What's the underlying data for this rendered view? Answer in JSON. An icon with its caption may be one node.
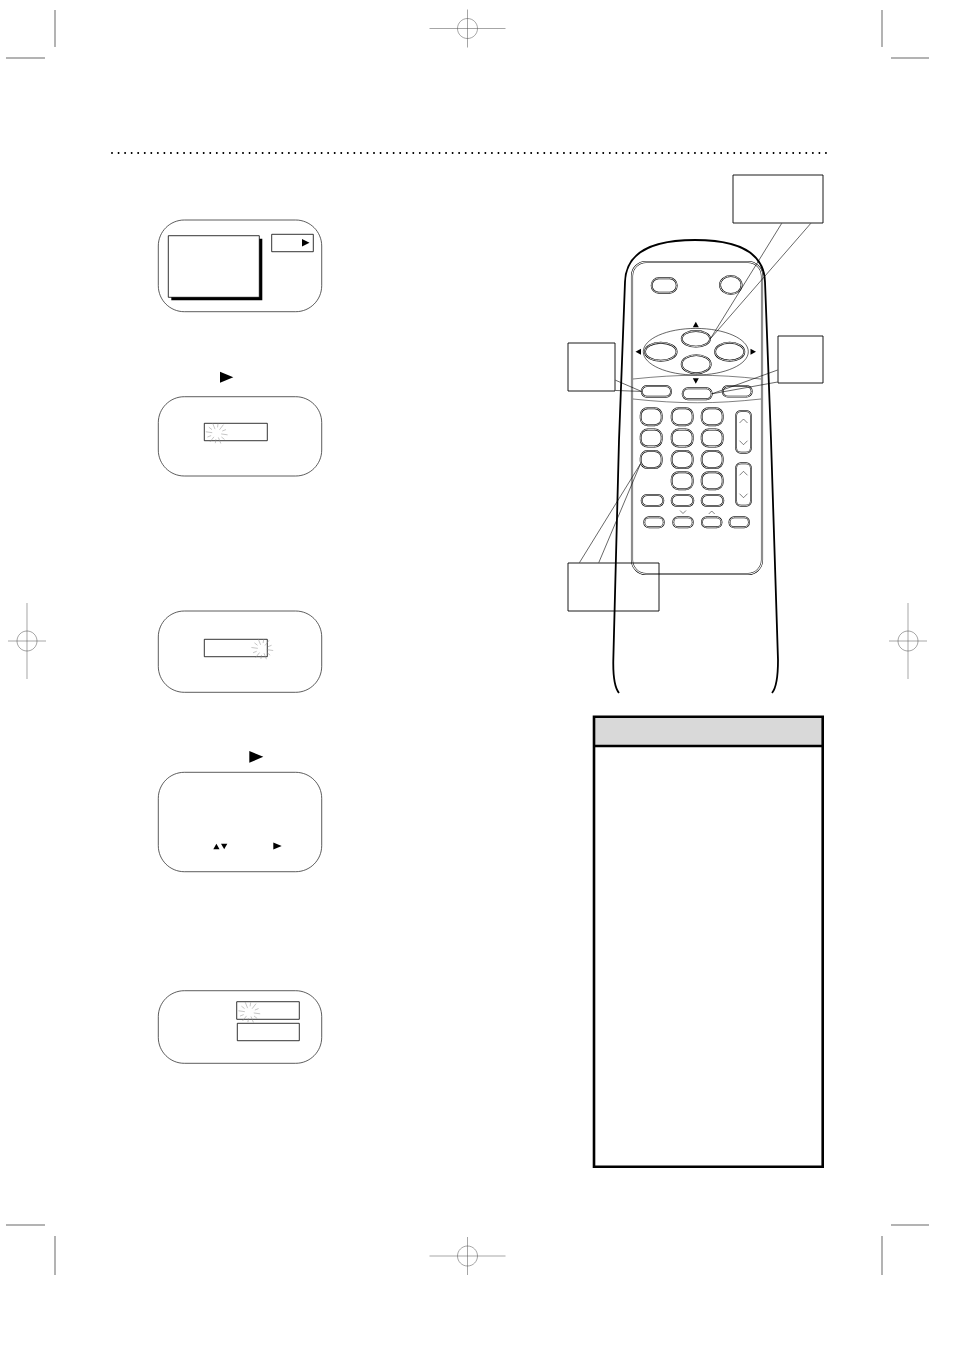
{
  "diagram": {
    "nodes": [
      {
        "text": [],
        "shape": "box"
      },
      {
        "text": [],
        "shape": "box"
      },
      {
        "text": [],
        "shape": "box"
      },
      {
        "text": [],
        "shape": "box"
      },
      {
        "text": [],
        "shape": "button"
      },
      {
        "text": [],
        "shape": "ellipse"
      },
      {
        "text": [],
        "shape": "ellipse"
      },
      {
        "text": [],
        "shape": "ellipse"
      },
      {
        "text": [],
        "shape": "ellipse"
      },
      {
        "text": [],
        "shape": "ellipse"
      },
      {
        "text": [],
        "shape": "button"
      },
      {
        "text": [],
        "shape": "button"
      },
      {
        "text": [],
        "shape": "button"
      },
      {
        "text": [],
        "shape": "button"
      },
      {
        "text": [],
        "shape": "button"
      },
      {
        "text": [],
        "shape": "button"
      },
      {
        "text": [],
        "shape": "button"
      },
      {
        "text": [],
        "shape": "button"
      },
      {
        "text": [],
        "shape": "button"
      },
      {
        "text": [],
        "shape": "button"
      },
      {
        "text": [],
        "shape": "button"
      },
      {
        "text": [],
        "shape": "button"
      },
      {
        "text": [],
        "shape": "button"
      },
      {
        "text": [],
        "shape": "button"
      },
      {
        "text": [],
        "shape": "button"
      },
      {
        "text": [],
        "shape": "button"
      },
      {
        "text": [],
        "shape": "button"
      },
      {
        "text": [],
        "shape": "button"
      },
      {
        "text": [],
        "shape": "button"
      },
      {
        "text": [],
        "shape": "button"
      },
      {
        "text": [],
        "shape": "button"
      }
    ],
    "edges": [
      {
        "from": 0,
        "to": 6,
        "arrow": "none"
      },
      {
        "from": 1,
        "to": 11,
        "arrow": "none"
      },
      {
        "from": 2,
        "to": 10,
        "arrow": "none"
      },
      {
        "from": 3,
        "to": 19,
        "arrow": "none"
      }
    ]
  }
}
